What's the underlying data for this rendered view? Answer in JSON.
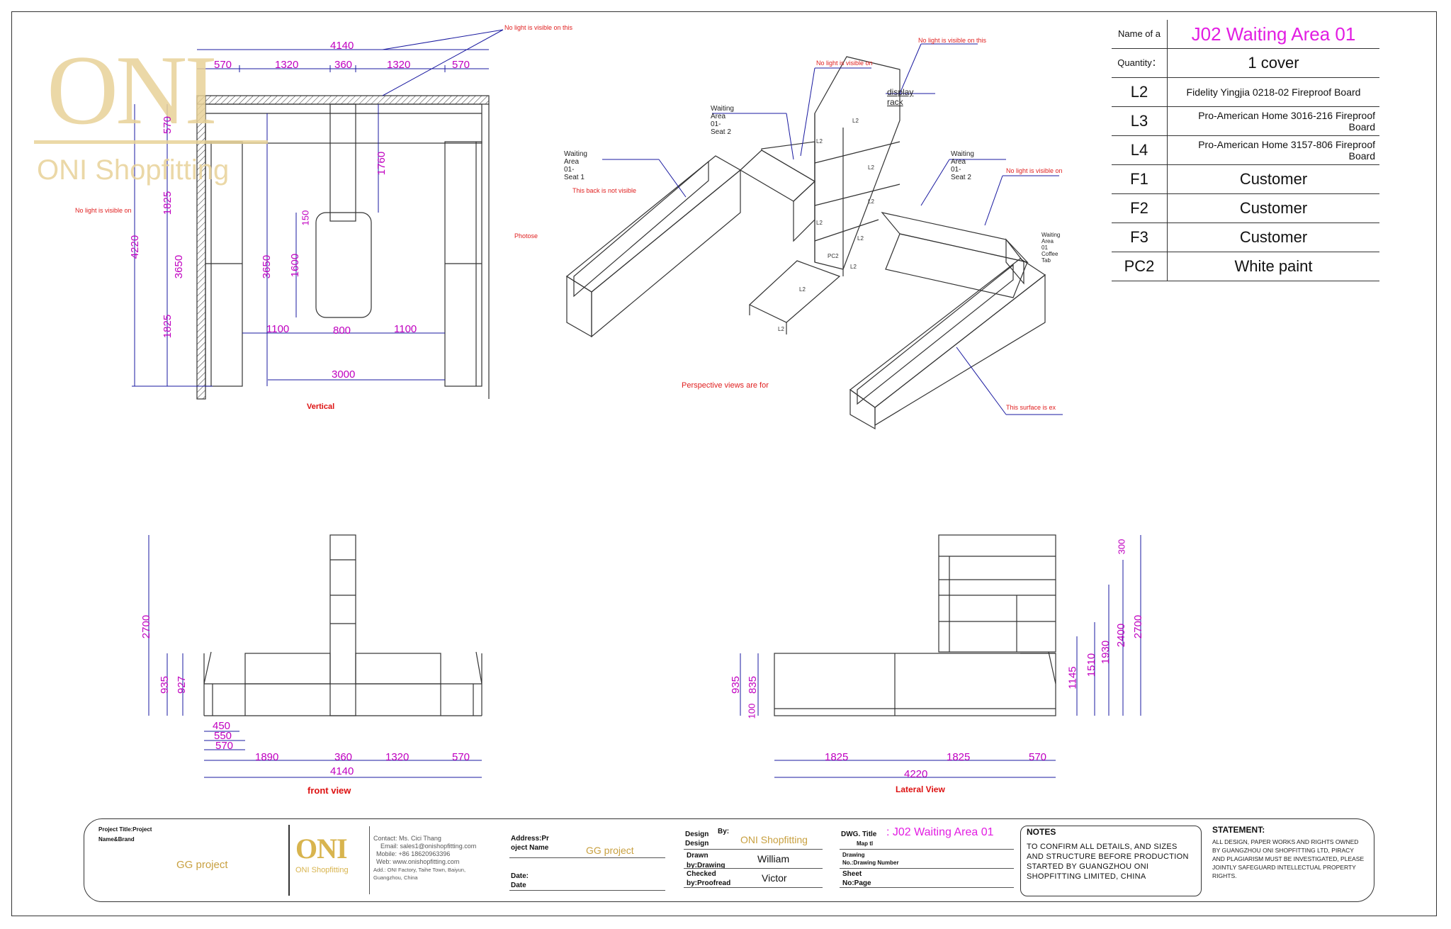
{
  "colors": {
    "dim": "#c000c0",
    "blue": "#1a1aa0",
    "red": "#d01010",
    "gold": "#d8b860",
    "line": "#333333"
  },
  "logo": {
    "text": "ONI",
    "subtitle": "ONI Shopfitting"
  },
  "material_table": {
    "title_label": "Name of a",
    "title_value": "J02 Waiting Area 01",
    "quantity_label": "Quantity：",
    "quantity_value": "1 cover",
    "rows": [
      {
        "code": "L2",
        "desc": "Fidelity Yingjia 0218-02 Fireproof Board"
      },
      {
        "code": "L3",
        "desc": "Pro-American Home 3016-216 Fireproof Board"
      },
      {
        "code": "L4",
        "desc": "Pro-American Home 3157-806 Fireproof Board"
      },
      {
        "code": "F1",
        "desc": "Customer"
      },
      {
        "code": "F2",
        "desc": "Customer"
      },
      {
        "code": "F3",
        "desc": "Customer"
      },
      {
        "code": "PC2",
        "desc": "White paint"
      }
    ]
  },
  "plan_view": {
    "label": "Vertical",
    "dims_top": [
      "4140",
      "570",
      "1320",
      "360",
      "1320",
      "570"
    ],
    "dims_left": [
      "570",
      "1825",
      "1825",
      "4220",
      "3650"
    ],
    "dims_inner": [
      "3650",
      "1600",
      "150",
      "1760",
      "1100",
      "800",
      "1100",
      "3000"
    ],
    "annotations": [
      "No light is visible on this",
      "No light is visible on",
      "Photose"
    ]
  },
  "perspective": {
    "labels": [
      "Waiting Area 01-Seat 1",
      "Waiting Area 01-Seat 2",
      "Waiting Area 01-Seat 2",
      "display rack",
      "Waiting Area 01 Coffee Tab"
    ],
    "annotations": [
      "No light is visible on",
      "No light is visible on this",
      "No light is visible on",
      "This back is not visible",
      "This surface is ex",
      "Perspective views are for"
    ],
    "material_tags": [
      "L2",
      "L2",
      "L2",
      "L2",
      "L2",
      "L2",
      "PC2",
      "L2",
      "L2",
      "L2"
    ]
  },
  "front_view": {
    "label": "front view",
    "dims_left": [
      "2700",
      "935",
      "927"
    ],
    "dims_bottom_small": [
      "450",
      "550",
      "570"
    ],
    "dims_bottom": [
      "1890",
      "360",
      "1320",
      "570"
    ],
    "total": "4140"
  },
  "lateral_view": {
    "label": "Lateral View",
    "dims_left": [
      "935",
      "835",
      "100"
    ],
    "dims_right": [
      "1145",
      "1510",
      "1930",
      "2400",
      "300",
      "2700"
    ],
    "dims_bottom": [
      "1825",
      "1825",
      "570"
    ],
    "total": "4220"
  },
  "title_block": {
    "project_title_label": "Project Title:Project",
    "project_name_label": "Name&Brand",
    "project_value": "GG project",
    "contact_lines": [
      "Contact: Ms. Cici Thang",
      "Email: sales1@onishopfitting.com",
      "Mobile: +86 18620963396",
      "Web: www.onishopfitting.com",
      "Add.: ONI Factory, Taihe Town, Baiyun,",
      "Guangzhou, China"
    ],
    "address_label_1": "Address:Pr",
    "address_label_2": "oject Name",
    "address_value": "GG project",
    "date_label_1": "Date:",
    "date_label_2": "Date",
    "design_label": "Design",
    "by_label": "By:",
    "design_label_2": "Design",
    "design_value": "ONI Shopfitting",
    "drawn_label_1": "Drawn",
    "drawn_label_2": "by:Drawing",
    "drawn_value": "William",
    "checked_label_1": "Checked",
    "checked_label_2": "by:Proofread",
    "checked_value": "Victor",
    "dwg_title_label": "DWG. Title",
    "dwg_title_value": ": J02 Waiting Area 01",
    "map_label": "Map tl",
    "drawing_label_1": "Drawing",
    "drawing_label_2": "No.:Drawing Number",
    "sheet_label_1": "Sheet",
    "sheet_label_2": "No:Page",
    "notes_title": "NOTES",
    "notes_text": "TO CONFIRM ALL DETAILS, AND SIZES AND STRUCTURE BEFORE PRODUCTION STARTED BY GUANGZHOU ONI SHOPFITTING LIMITED, CHINA",
    "statement_title": "STATEMENT:",
    "statement_text": "ALL DESIGN, PAPER WORKS AND RIGHTS OWNED BY GUANGZHOU ONI SHOPFITTING LTD, PIRACY AND PLAGIARISM MUST BE INVESTIGATED, PLEASE JOINTLY SAFEGUARD INTELLECTUAL PROPERTY RIGHTS."
  }
}
